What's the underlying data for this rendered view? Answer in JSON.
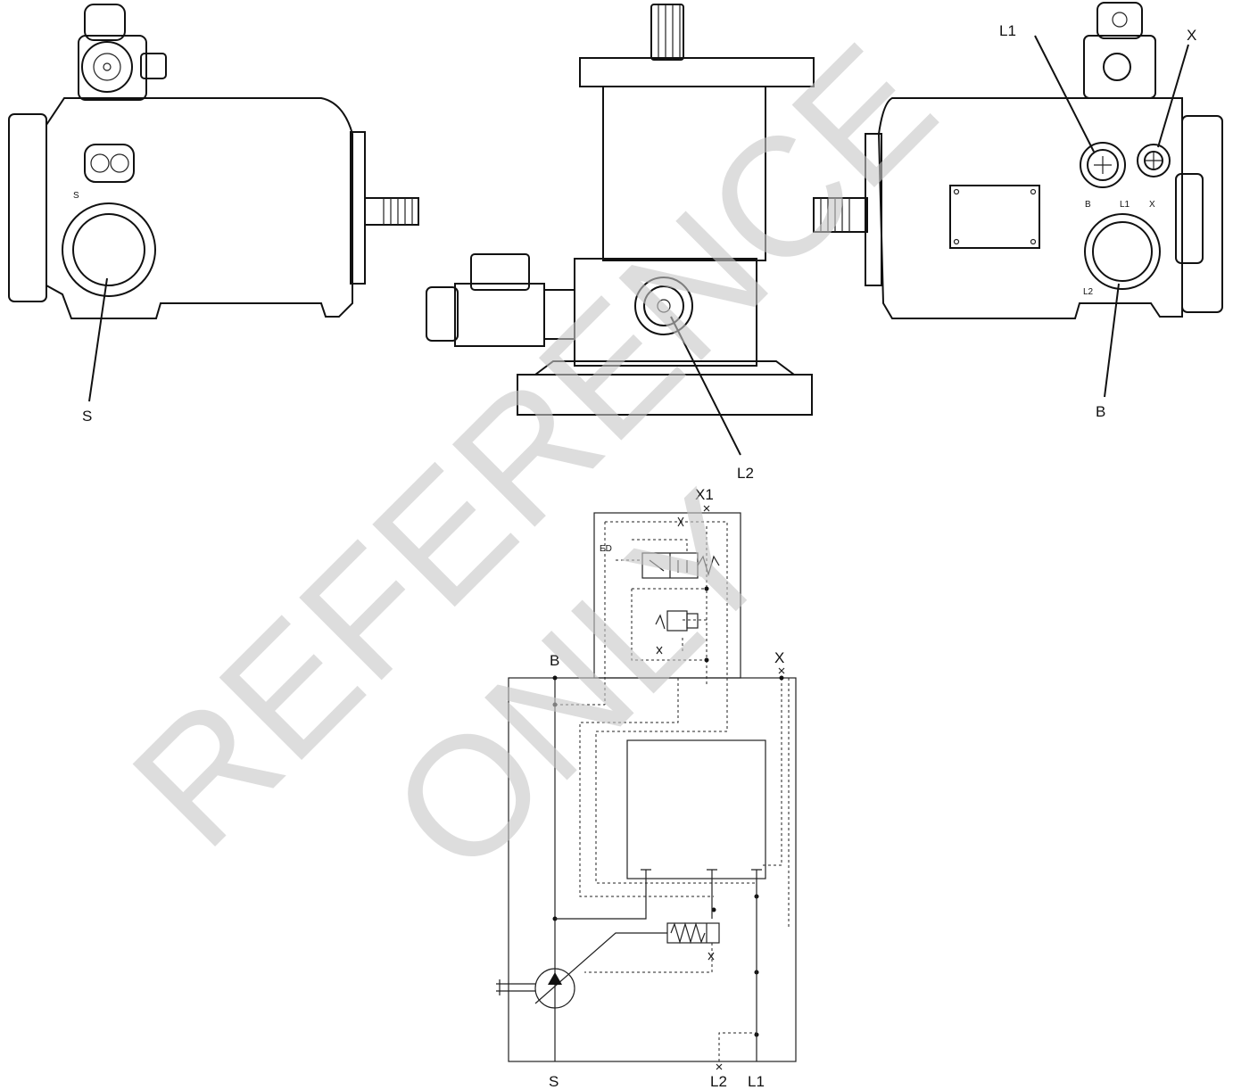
{
  "views": {
    "left": {
      "callout": "S",
      "port_mark": "S"
    },
    "middle": {
      "callout": "L2"
    },
    "right": {
      "callouts": [
        "L1",
        "X",
        "B"
      ],
      "port_marks": [
        "B",
        "L1",
        "X",
        "L2"
      ]
    }
  },
  "schematic": {
    "ports_top": [
      "X1",
      "B",
      "X"
    ],
    "ports_bottom": [
      "S",
      "L2",
      "L1"
    ],
    "valve_label": "ED"
  },
  "watermark": {
    "line1": "REFERENCE",
    "line2": "ONLY"
  }
}
